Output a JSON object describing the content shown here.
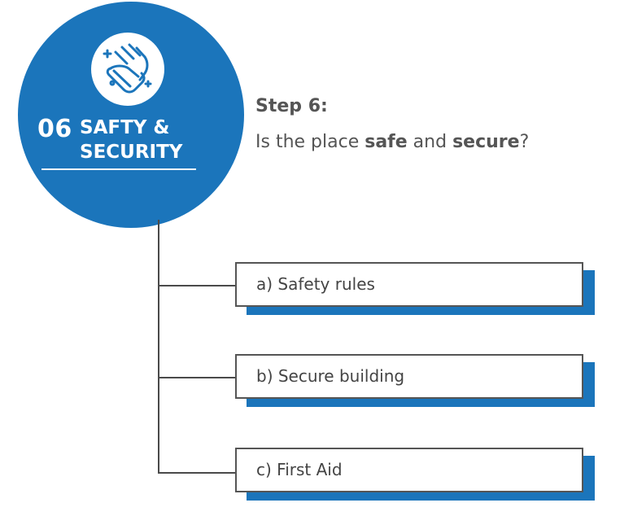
{
  "header": {
    "number": "06",
    "title_line1": "SAFTY &",
    "title_line2": "SECURITY",
    "icon": "hands-washing-icon"
  },
  "prompt": {
    "step_label": "Step 6:",
    "question_prefix": "Is the place ",
    "question_bold1": "safe",
    "question_mid": " and ",
    "question_bold2": "secure",
    "question_suffix": "?"
  },
  "items": [
    {
      "label": "a) Safety rules"
    },
    {
      "label": "b) Secure building"
    },
    {
      "label": "c) First Aid"
    }
  ],
  "colors": {
    "accent": "#1b75bb",
    "border": "#555555",
    "text": "#444444"
  }
}
